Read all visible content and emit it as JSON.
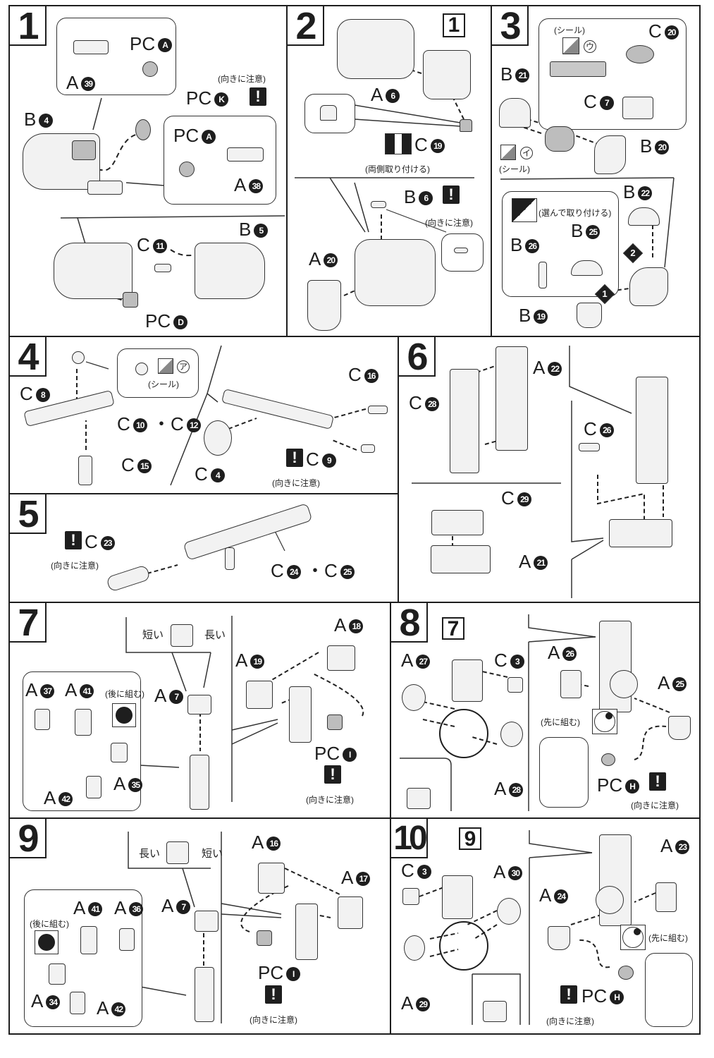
{
  "document": {
    "type": "model kit assembly instructions",
    "accent_color": "#1e1e1e",
    "sticker_color": "#c8c8c8"
  },
  "common": {
    "caution_label": "(向きに注意)",
    "caution_icon": "!",
    "sticker_label": "(シール)"
  },
  "steps": [
    {
      "number": "1",
      "labels": {
        "a39": {
          "letter": "A",
          "num": "39"
        },
        "pc_a_top": {
          "letter": "PC",
          "num": "A"
        },
        "pc_k": {
          "letter": "PC",
          "num": "K"
        },
        "b4": {
          "letter": "B",
          "num": "4"
        },
        "pc_a_mid": {
          "letter": "PC",
          "num": "A"
        },
        "a38": {
          "letter": "A",
          "num": "38"
        },
        "c11": {
          "letter": "C",
          "num": "11"
        },
        "b5": {
          "letter": "B",
          "num": "5"
        },
        "pc_d": {
          "letter": "PC",
          "num": "D"
        }
      },
      "caution": "(向きに注意)"
    },
    {
      "number": "2",
      "ref_step": "1",
      "labels": {
        "a6": {
          "letter": "A",
          "num": "6"
        },
        "c19": {
          "letter": "C",
          "num": "19"
        },
        "b6": {
          "letter": "B",
          "num": "6"
        },
        "a20": {
          "letter": "A",
          "num": "20"
        }
      },
      "both_sides_note": "(両側取り付ける)",
      "caution": "(向きに注意)"
    },
    {
      "number": "3",
      "labels": {
        "c20": {
          "letter": "C",
          "num": "20"
        },
        "b21": {
          "letter": "B",
          "num": "21"
        },
        "c7": {
          "letter": "C",
          "num": "7"
        },
        "b20": {
          "letter": "B",
          "num": "20"
        },
        "b22": {
          "letter": "B",
          "num": "22"
        },
        "b26": {
          "letter": "B",
          "num": "26"
        },
        "b25": {
          "letter": "B",
          "num": "25"
        },
        "b19": {
          "letter": "B",
          "num": "19"
        }
      },
      "sticker_u": "ウ",
      "sticker_i": "イ",
      "sticker_label": "(シール)",
      "choose_note": "(選んで取り付ける)",
      "order_1": "1",
      "order_2": "2"
    },
    {
      "number": "4",
      "labels": {
        "c8": {
          "letter": "C",
          "num": "8"
        },
        "c10_c12": {
          "text": "C⑩・C⑫",
          "letter1": "C",
          "num1": "10",
          "letter2": "C",
          "num2": "12"
        },
        "c15": {
          "letter": "C",
          "num": "15"
        },
        "c16": {
          "letter": "C",
          "num": "16"
        },
        "c4": {
          "letter": "C",
          "num": "4"
        },
        "c9": {
          "letter": "C",
          "num": "9"
        }
      },
      "sticker_a": "ア",
      "sticker_label": "(シール)",
      "caution": "(向きに注意)"
    },
    {
      "number": "5",
      "labels": {
        "c23": {
          "letter": "C",
          "num": "23"
        },
        "c24_c25": {
          "letter1": "C",
          "num1": "24",
          "letter2": "C",
          "num2": "25"
        }
      },
      "caution": "(向きに注意)"
    },
    {
      "number": "6",
      "labels": {
        "c28": {
          "letter": "C",
          "num": "28"
        },
        "a22": {
          "letter": "A",
          "num": "22"
        },
        "c26": {
          "letter": "C",
          "num": "26"
        },
        "c29": {
          "letter": "C",
          "num": "29"
        },
        "a21": {
          "letter": "A",
          "num": "21"
        }
      }
    },
    {
      "number": "7",
      "labels": {
        "a37": {
          "letter": "A",
          "num": "37"
        },
        "a41": {
          "letter": "A",
          "num": "41"
        },
        "a7": {
          "letter": "A",
          "num": "7"
        },
        "a35": {
          "letter": "A",
          "num": "35"
        },
        "a42": {
          "letter": "A",
          "num": "42"
        },
        "a19": {
          "letter": "A",
          "num": "19"
        },
        "a18": {
          "letter": "A",
          "num": "18"
        },
        "pc_i": {
          "letter": "PC",
          "num": "I"
        }
      },
      "short_label": "短い",
      "long_label": "長い",
      "later_note": "(後に組む)",
      "caution": "(向きに注意)"
    },
    {
      "number": "8",
      "ref_step": "7",
      "labels": {
        "a27": {
          "letter": "A",
          "num": "27"
        },
        "c3": {
          "letter": "C",
          "num": "3"
        },
        "a28": {
          "letter": "A",
          "num": "28"
        },
        "a26": {
          "letter": "A",
          "num": "26"
        },
        "a25": {
          "letter": "A",
          "num": "25"
        },
        "pc_h": {
          "letter": "PC",
          "num": "H"
        }
      },
      "first_note": "(先に組む)",
      "caution": "(向きに注意)"
    },
    {
      "number": "9",
      "labels": {
        "a41": {
          "letter": "A",
          "num": "41"
        },
        "a36": {
          "letter": "A",
          "num": "36"
        },
        "a7": {
          "letter": "A",
          "num": "7"
        },
        "a34": {
          "letter": "A",
          "num": "34"
        },
        "a42": {
          "letter": "A",
          "num": "42"
        },
        "a16": {
          "letter": "A",
          "num": "16"
        },
        "a17": {
          "letter": "A",
          "num": "17"
        },
        "pc_i": {
          "letter": "PC",
          "num": "I"
        }
      },
      "long_label": "長い",
      "short_label": "短い",
      "later_note": "(後に組む)",
      "caution": "(向きに注意)"
    },
    {
      "number": "10",
      "ref_step": "9",
      "labels": {
        "c3": {
          "letter": "C",
          "num": "3"
        },
        "a30": {
          "letter": "A",
          "num": "30"
        },
        "a29": {
          "letter": "A",
          "num": "29"
        },
        "a24": {
          "letter": "A",
          "num": "24"
        },
        "a23": {
          "letter": "A",
          "num": "23"
        },
        "pc_h": {
          "letter": "PC",
          "num": "H"
        }
      },
      "first_note": "(先に組む)",
      "caution": "(向きに注意)"
    }
  ]
}
